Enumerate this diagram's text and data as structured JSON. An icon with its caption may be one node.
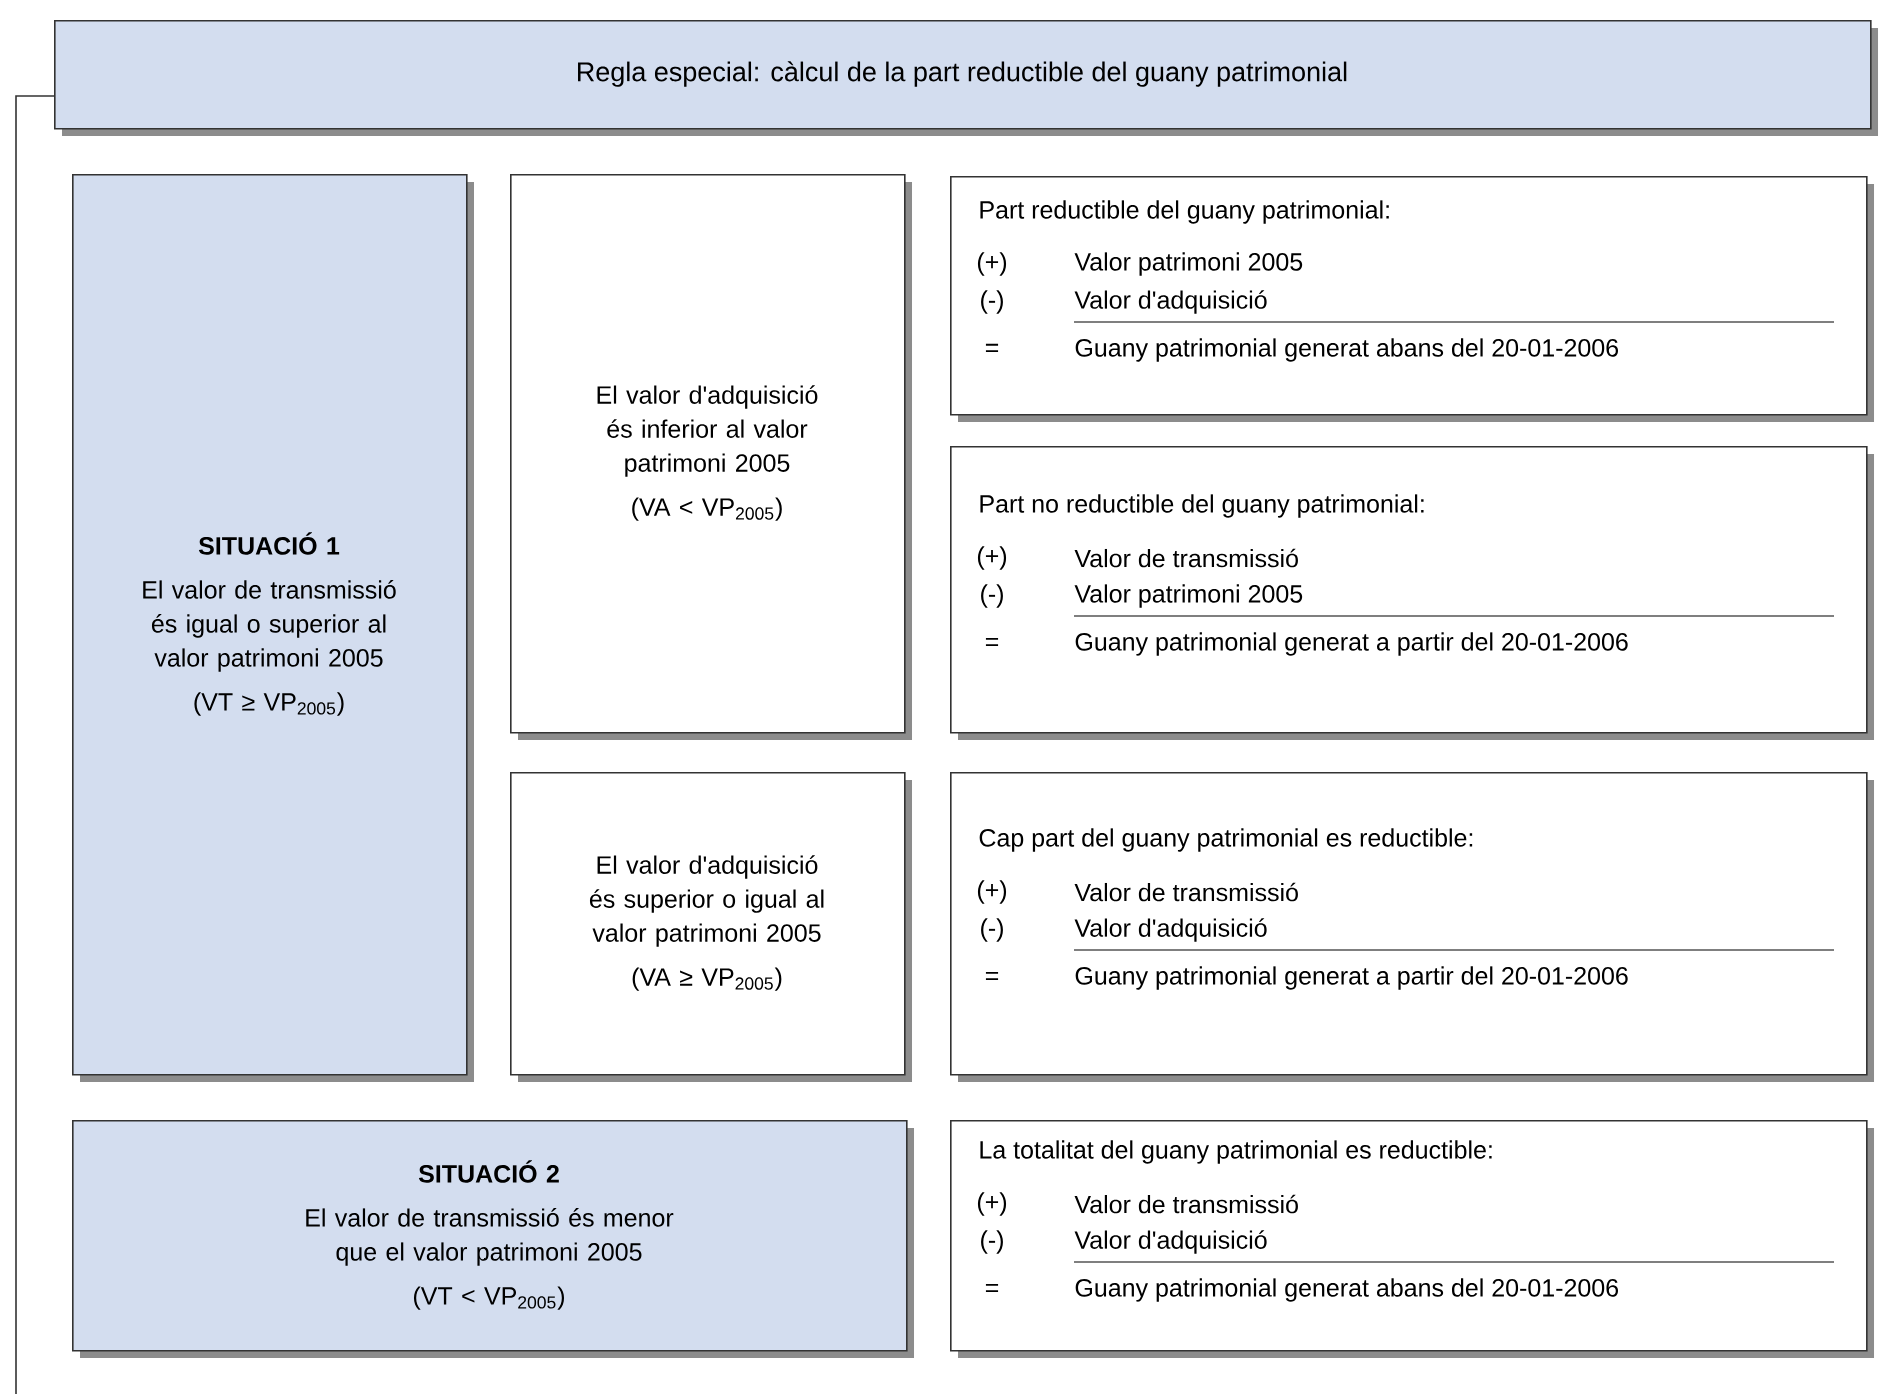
{
  "diagram": {
    "nodes": [
      {
        "text": [
          "Regla especial: càlcul de la part reductible del guany patrimonial"
        ]
      },
      {
        "text": [
          "**SITUACIÓ 1**",
          "El valor de transmissió és igual o superior al valor patrimoni 2005",
          "(VT ≥ VP$_{2005}$)"
        ]
      },
      {
        "text": [
          "El valor d'adquisició és inferior al valor patrimoni 2005",
          "(VA < VP$_{2005}$)"
        ]
      },
      {
        "text": [
          "Part reductible del guany patrimonial:",
          "(+)",
          "Valor patrimoni 2005",
          "(-)",
          "Valor d'adquisició",
          "=",
          "Guany patrimonial generat abans del 20-01-2006"
        ]
      },
      {
        "text": [
          "Part no reductible del guany patrimonial:",
          "(+)",
          "Valor de transmissió",
          "(-)",
          "Valor patrimoni 2005",
          "=",
          "Guany patrimonial generat a partir del 20-01-2006"
        ]
      },
      {
        "text": [
          "El valor d'adquisició és superior o igual al valor patrimoni 2005",
          "(VA ≥ VP$_{2005}$)"
        ]
      },
      {
        "text": [
          "Cap part del guany patrimonial es reductible:",
          "(+)",
          "Valor de transmissió",
          "(-)",
          "Valor d'adquisició",
          "=",
          "Guany patrimonial generat a partir del 20-01-2006"
        ]
      },
      {
        "text": [
          "**SITUACIÓ 2**",
          "El valor de transmissió és menor que el valor patrimoni 2005",
          "(VT < VP$_{2005}$)"
        ]
      },
      {
        "text": [
          "La totalitat del guany patrimonial es reductible:",
          "(+)",
          "Valor de transmissió",
          "(-)",
          "Valor d'adquisició",
          "=",
          "Guany patrimonial generat abans del 20-01-2006"
        ]
      }
    ]
  }
}
